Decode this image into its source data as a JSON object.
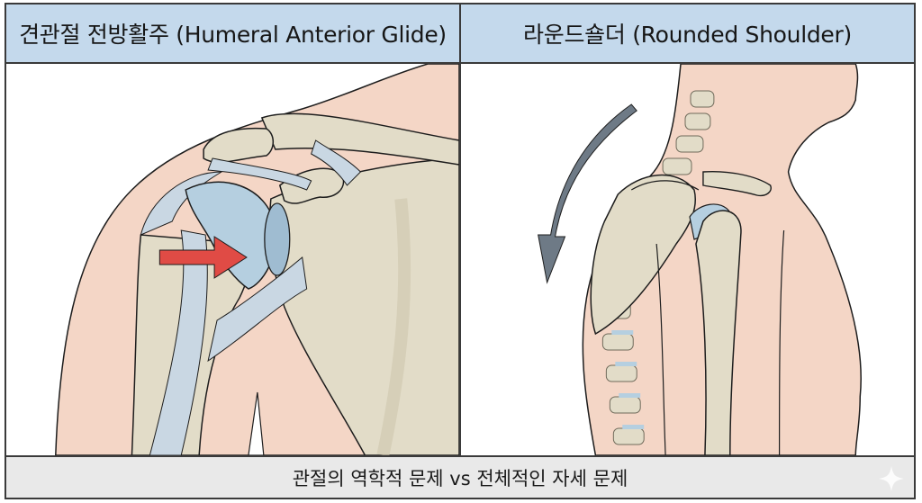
{
  "panels": [
    {
      "title": "견관절 전방활주 (Humeral Anterior Glide)",
      "illustration": "shoulder-joint-anterior-view",
      "annotation": {
        "type": "arrow",
        "direction": "right",
        "color": "#e04b45"
      }
    },
    {
      "title": "라운드숄더 (Rounded Shoulder)",
      "illustration": "rounded-shoulder-side-view",
      "annotation": {
        "type": "curved-arrow",
        "direction": "down-forward",
        "color": "#6e7a86"
      }
    }
  ],
  "footer": {
    "caption": "관절의 역학적 문제 vs 전체적인 자세 문제"
  },
  "colors": {
    "header_bg": "#c4d9ec",
    "footer_bg": "#e9e9e9",
    "skin": "#f4d6c6",
    "bone": "#e2dcc8",
    "cartilage": "#b5cfe0",
    "ligament": "#c9d7e3",
    "arrow_red": "#e04b45",
    "arrow_grey": "#6e7a86",
    "border": "#3a3a3a"
  },
  "watermark": {
    "icon": "sparkle-icon"
  }
}
